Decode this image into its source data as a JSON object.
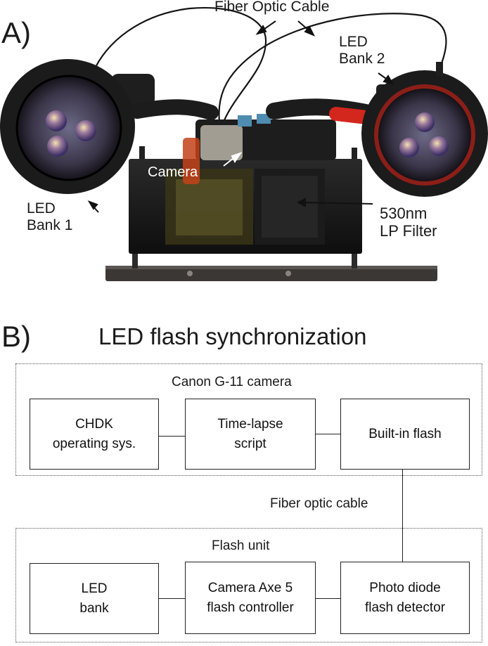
{
  "panel_a": {
    "letter": "A)",
    "labels": {
      "fiber_optic": "Fiber Optic Cable",
      "led_bank_2": [
        "LED",
        "Bank 2"
      ],
      "led_bank_1": [
        "LED",
        "Bank 1"
      ],
      "camera": "Camera",
      "filter": [
        "530nm",
        "LP Filter"
      ]
    }
  },
  "panel_b": {
    "letter": "B)",
    "title": "LED flash synchronization",
    "camera_group": {
      "title": "Canon G-11 camera",
      "boxes": [
        {
          "lines": [
            "CHDK",
            "operating sys."
          ]
        },
        {
          "lines": [
            "Time-lapse",
            "script"
          ]
        },
        {
          "lines": [
            "Built-in flash"
          ]
        }
      ]
    },
    "cable_label": "Fiber optic cable",
    "flash_group": {
      "title": "Flash unit",
      "boxes": [
        {
          "lines": [
            "LED",
            "bank"
          ]
        },
        {
          "lines": [
            "Camera Axe 5",
            "flash controller"
          ]
        },
        {
          "lines": [
            "Photo diode",
            "flash detector"
          ]
        }
      ]
    }
  }
}
